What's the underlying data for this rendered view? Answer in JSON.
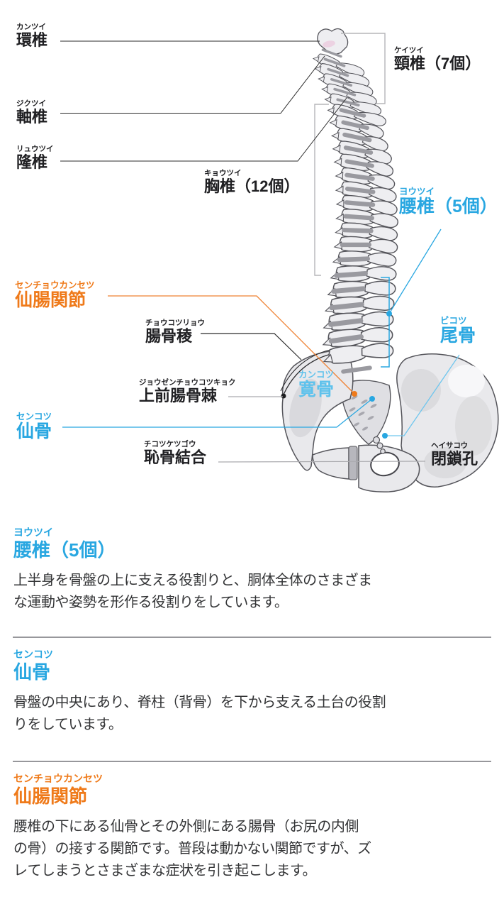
{
  "colors": {
    "blue": "#29a7e1",
    "light_blue": "#5fc2ec",
    "orange": "#ef7a1a",
    "line_gray": "#ababaf",
    "text_dark": "#333436"
  },
  "diagram": {
    "labels": {
      "atlas": {
        "kana": "カンツイ",
        "kanji": "環椎"
      },
      "axis": {
        "kana": "ジクツイ",
        "kanji": "軸椎"
      },
      "prominens": {
        "kana": "リュウツイ",
        "kanji": "隆椎"
      },
      "cervical": {
        "kana": "ケイツイ",
        "kanji": "頸椎（7個）"
      },
      "thoracic": {
        "kana": "キョウツイ",
        "kanji": "胸椎（12個）"
      },
      "lumbar": {
        "kana": "ヨウツイ",
        "kanji": "腰椎（5個）"
      },
      "sacroiliac": {
        "kana": "センチョウカンセツ",
        "kanji": "仙腸関節"
      },
      "iliac_crest": {
        "kana": "チョウコツリョウ",
        "kanji": "腸骨稜"
      },
      "asis": {
        "kana": "ジョウゼンチョウコツキョク",
        "kanji": "上前腸骨棘"
      },
      "sacrum": {
        "kana": "センコツ",
        "kanji": "仙骨"
      },
      "hip_bone": {
        "kana": "カンコツ",
        "kanji": "寛骨"
      },
      "coccyx": {
        "kana": "ビコツ",
        "kanji": "尾骨"
      },
      "pubic_symphysis": {
        "kana": "チコツケツゴウ",
        "kanji": "恥骨結合"
      },
      "obturator_foramen": {
        "kana": "ヘイサコウ",
        "kanji": "閉鎖孔"
      }
    }
  },
  "sections": {
    "lumbar": {
      "kana": "ヨウツイ",
      "title": "腰椎（5個）",
      "body": "上半身を骨盤の上に支える役割りと、胴体全体のさまざま\nな運動や姿勢を形作る役割りをしています。"
    },
    "sacrum": {
      "kana": "センコツ",
      "title": "仙骨",
      "body": "骨盤の中央にあり、脊柱（背骨）を下から支える土台の役割\nりをしています。"
    },
    "sacroiliac": {
      "kana": "センチョウカンセツ",
      "title": "仙腸関節",
      "body": "腰椎の下にある仙骨とその外側にある腸骨（お尻の内側\nの骨）の接する関節です。普段は動かない関節ですが、ズ\nレてしまうとさまざまな症状を引き起こします。"
    }
  }
}
